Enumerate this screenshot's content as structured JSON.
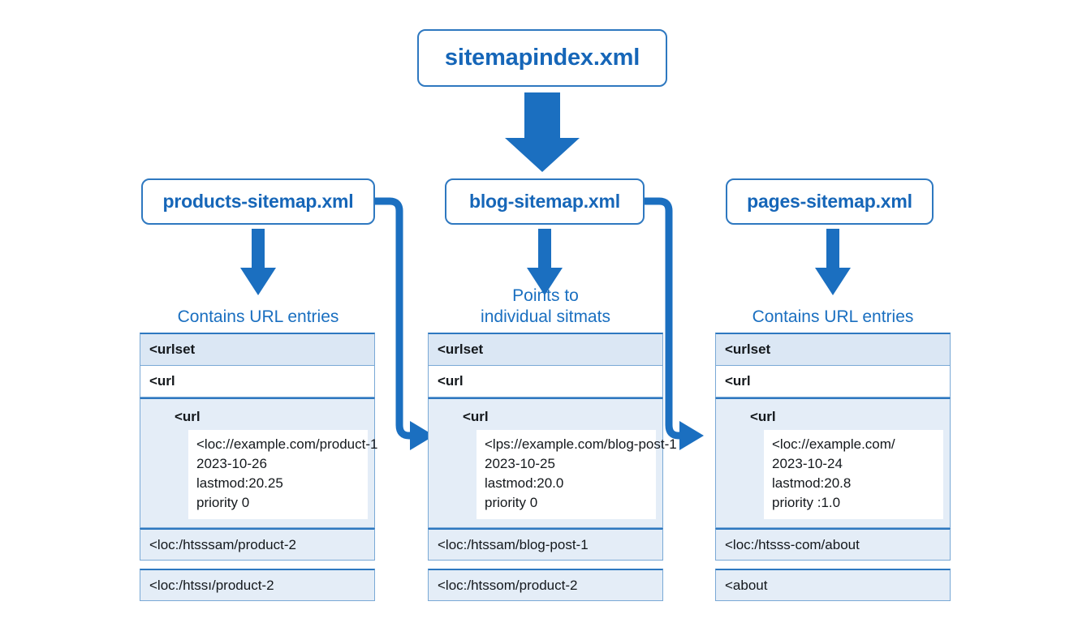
{
  "diagram": {
    "root": {
      "label": "sitemapindex.xml"
    },
    "branches": [
      {
        "id": "products",
        "label": "products-sitemap.xml",
        "caption": "Contains URL entries",
        "rows": [
          {
            "text": "<urlset",
            "style": "head"
          },
          {
            "text": "<url",
            "style": "sub"
          }
        ],
        "block": {
          "title": "<url",
          "lines": [
            "<loc://example.com/product-1",
            "2023-10-26",
            "lastmod:20.25",
            "priority 0"
          ]
        },
        "standalone": [
          "<loc:/htsssam/product-2",
          "<loc:/htssı/product-2"
        ]
      },
      {
        "id": "blog",
        "label": "blog-sitemap.xml",
        "caption": "Points to\nindividual sitmats",
        "rows": [
          {
            "text": "<urlset",
            "style": "head"
          },
          {
            "text": "<url",
            "style": "sub"
          }
        ],
        "block": {
          "title": "<url",
          "lines": [
            "<lps://example.com/blog-post-1",
            "2023-10-25",
            "lastmod:20.0",
            "priority 0"
          ]
        },
        "standalone": [
          "<loc:/htssam/blog-post-1",
          "<loc:/htssom/product-2"
        ]
      },
      {
        "id": "pages",
        "label": "pages-sitemap.xml",
        "caption": "Contains URL entries",
        "rows": [
          {
            "text": "<urlset",
            "style": "head"
          },
          {
            "text": "<url",
            "style": "sub"
          }
        ],
        "block": {
          "title": "<url",
          "lines": [
            "<loc://example.com/",
            "2023-10-24",
            "lastmod:20.8",
            "priority :1.0"
          ]
        },
        "standalone": [
          "<loc:/htsss-com/about",
          "<about"
        ]
      }
    ],
    "colors": {
      "accent": "#1666b8",
      "arrow": "#1b6fc0",
      "border": "#2e78c0",
      "row_border": "#7aa9d6",
      "head_fill": "#dbe7f4",
      "block_fill": "#e4edf7",
      "background": "#ffffff"
    }
  }
}
